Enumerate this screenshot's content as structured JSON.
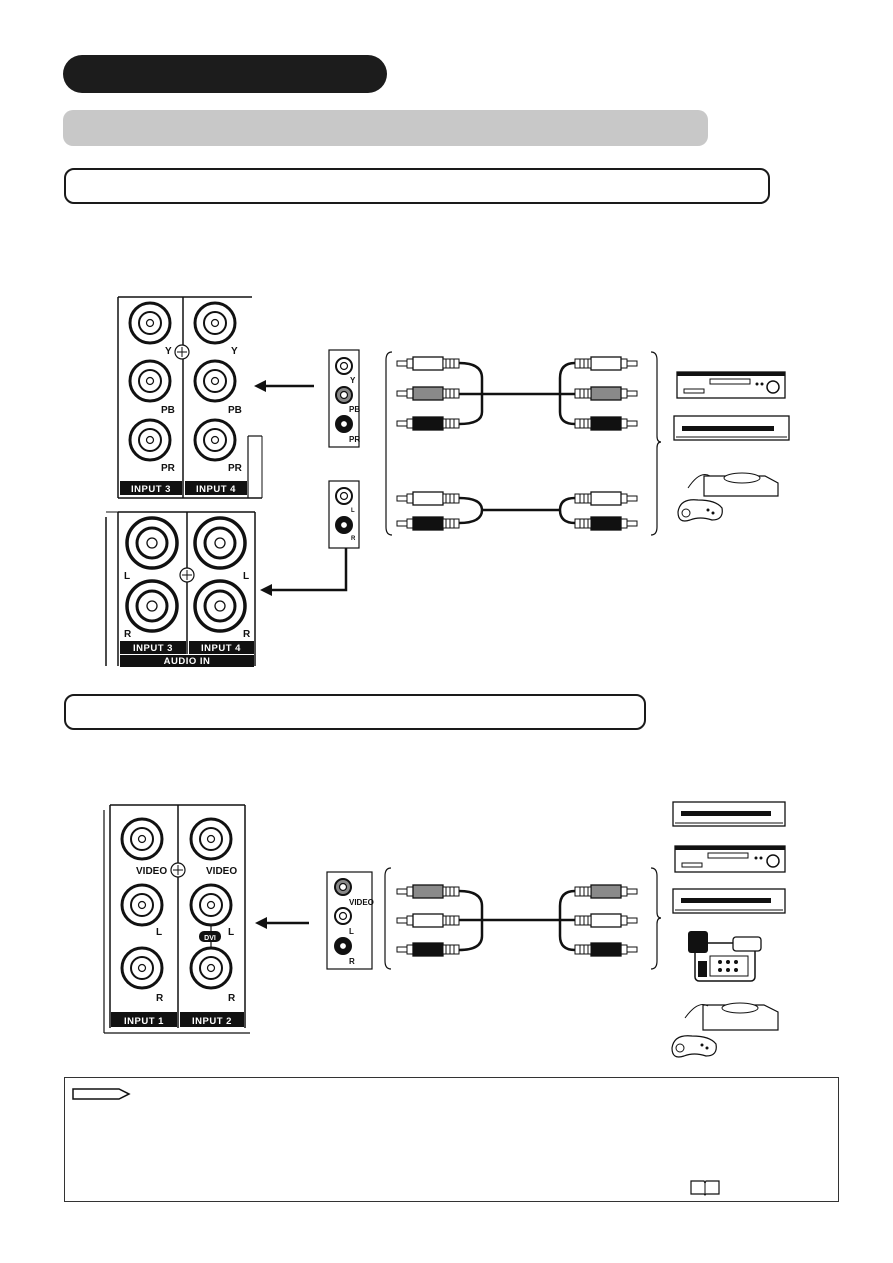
{
  "component_panel": {
    "jacks_row_labels": [
      "Y",
      "PB",
      "PR"
    ],
    "input_tags": [
      "INPUT 3",
      "INPUT 4"
    ],
    "audio": {
      "row_labels": [
        "L",
        "R"
      ],
      "input_tags": [
        "INPUT 3",
        "INPUT 4"
      ],
      "caption": "AUDIO IN"
    },
    "source_video_jacks": [
      "Y",
      "PB",
      "PR"
    ],
    "source_audio_jacks": [
      "L",
      "R"
    ]
  },
  "composite_panel": {
    "row_labels": [
      "VIDEO",
      "L",
      "R"
    ],
    "dvi_badge": "DVI",
    "input_tags": [
      "INPUT 1",
      "INPUT 2"
    ],
    "source_jacks": [
      "VIDEO",
      "L",
      "R"
    ]
  },
  "icons": [
    "dvd-player-icon",
    "vcr-icon",
    "game-console-icon",
    "camcorder-icon",
    "book-icon",
    "note-arrow-icon"
  ],
  "colors": {
    "dark": "#1c1c1c",
    "gray_bar": "#c8c8c8"
  }
}
